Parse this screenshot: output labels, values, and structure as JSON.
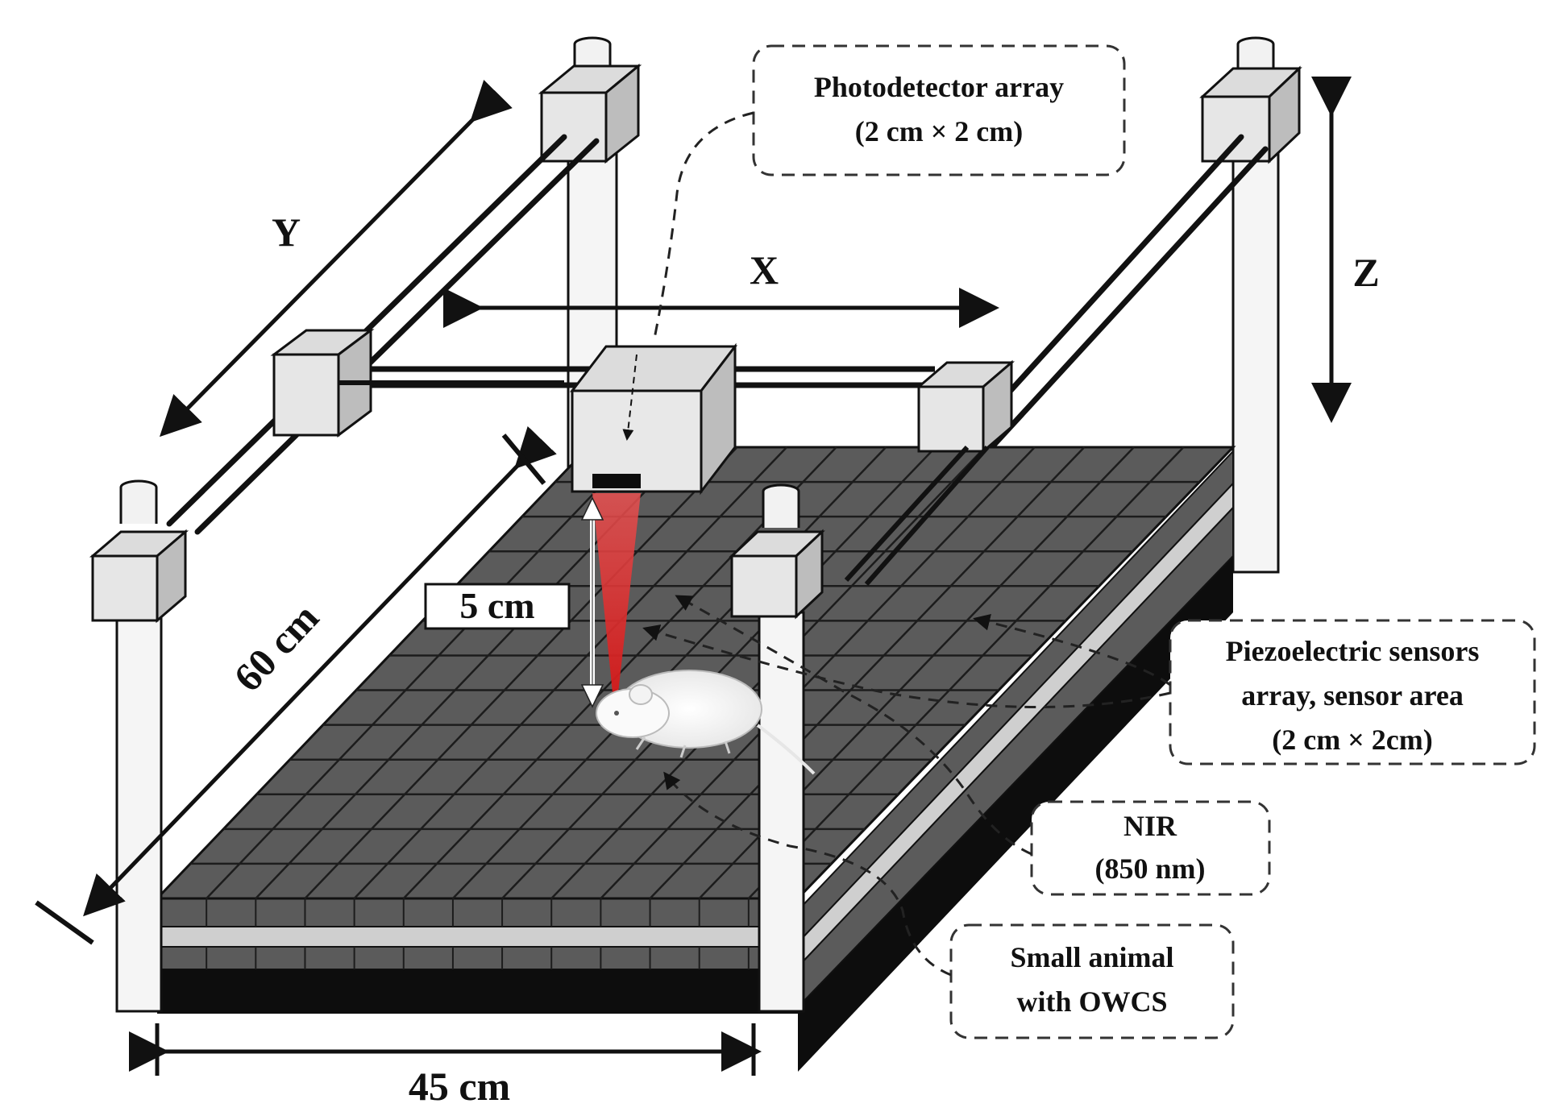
{
  "axes": {
    "x": "X",
    "y": "Y",
    "z": "Z"
  },
  "dimensions": {
    "length": "60 cm",
    "width": "45 cm",
    "height": "5 cm"
  },
  "callouts": {
    "photodetector": {
      "line1": "Photodetector array",
      "line2": "(2 cm × 2 cm)"
    },
    "piezo": {
      "line1": "Piezoelectric sensors",
      "line2": "array, sensor area",
      "line3": "(2 cm × 2cm)"
    },
    "nir": {
      "line1": "NIR",
      "line2": "(850 nm)"
    },
    "animal": {
      "line1": "Small animal",
      "line2": "with OWCS"
    }
  },
  "colors": {
    "grid_tile": "#5b5b5b",
    "grid_line": "#222222",
    "frame": "#eeeeee",
    "beam": "#e23b3b",
    "base": "#0d0d0d",
    "nir_strip": "#cfcfcf"
  }
}
